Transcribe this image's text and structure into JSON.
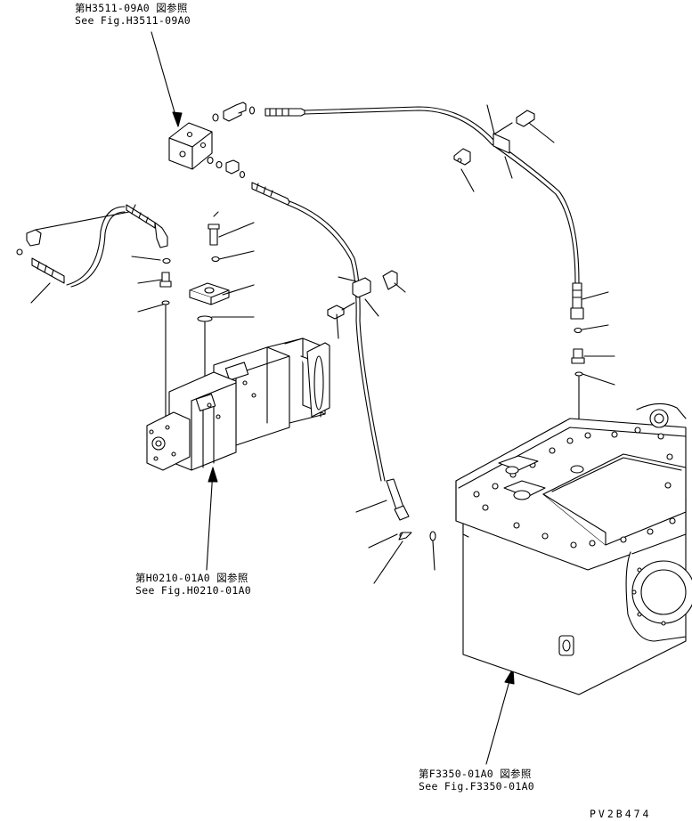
{
  "references": {
    "top": {
      "jp": "第H3511-09A0 図参照",
      "en": "See Fig.H3511-09A0"
    },
    "pump": {
      "jp": "第H0210-01A0 図参照",
      "en": "See Fig.H0210-01A0"
    },
    "transmission": {
      "jp": "第F3350-01A0 図参照",
      "en": "See Fig.F3350-01A0"
    }
  },
  "drawing_code": "PV2B474"
}
